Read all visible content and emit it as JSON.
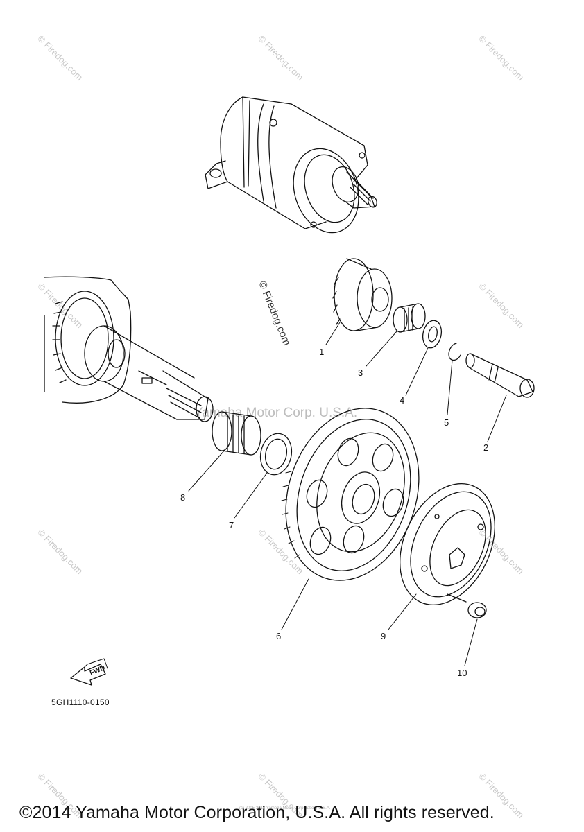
{
  "diagram": {
    "code": "5GH1110-0150",
    "fwd_label": "FWD",
    "callouts": [
      {
        "id": "1",
        "label": "1"
      },
      {
        "id": "2",
        "label": "2"
      },
      {
        "id": "3",
        "label": "3"
      },
      {
        "id": "4",
        "label": "4"
      },
      {
        "id": "5",
        "label": "5"
      },
      {
        "id": "6",
        "label": "6"
      },
      {
        "id": "7",
        "label": "7"
      },
      {
        "id": "8",
        "label": "8"
      },
      {
        "id": "9",
        "label": "9"
      },
      {
        "id": "10",
        "label": "10"
      }
    ]
  },
  "watermarks": {
    "firedog": "© Firedog.com",
    "center": "Yamaha Motor Corp. U.S.A.",
    "tiny": "(c) 2005-2016 Yamaha Motor Corporation, U.S.A."
  },
  "footer": {
    "copyright": "©2014 Yamaha Motor Corporation, U.S.A. All rights reserved."
  }
}
